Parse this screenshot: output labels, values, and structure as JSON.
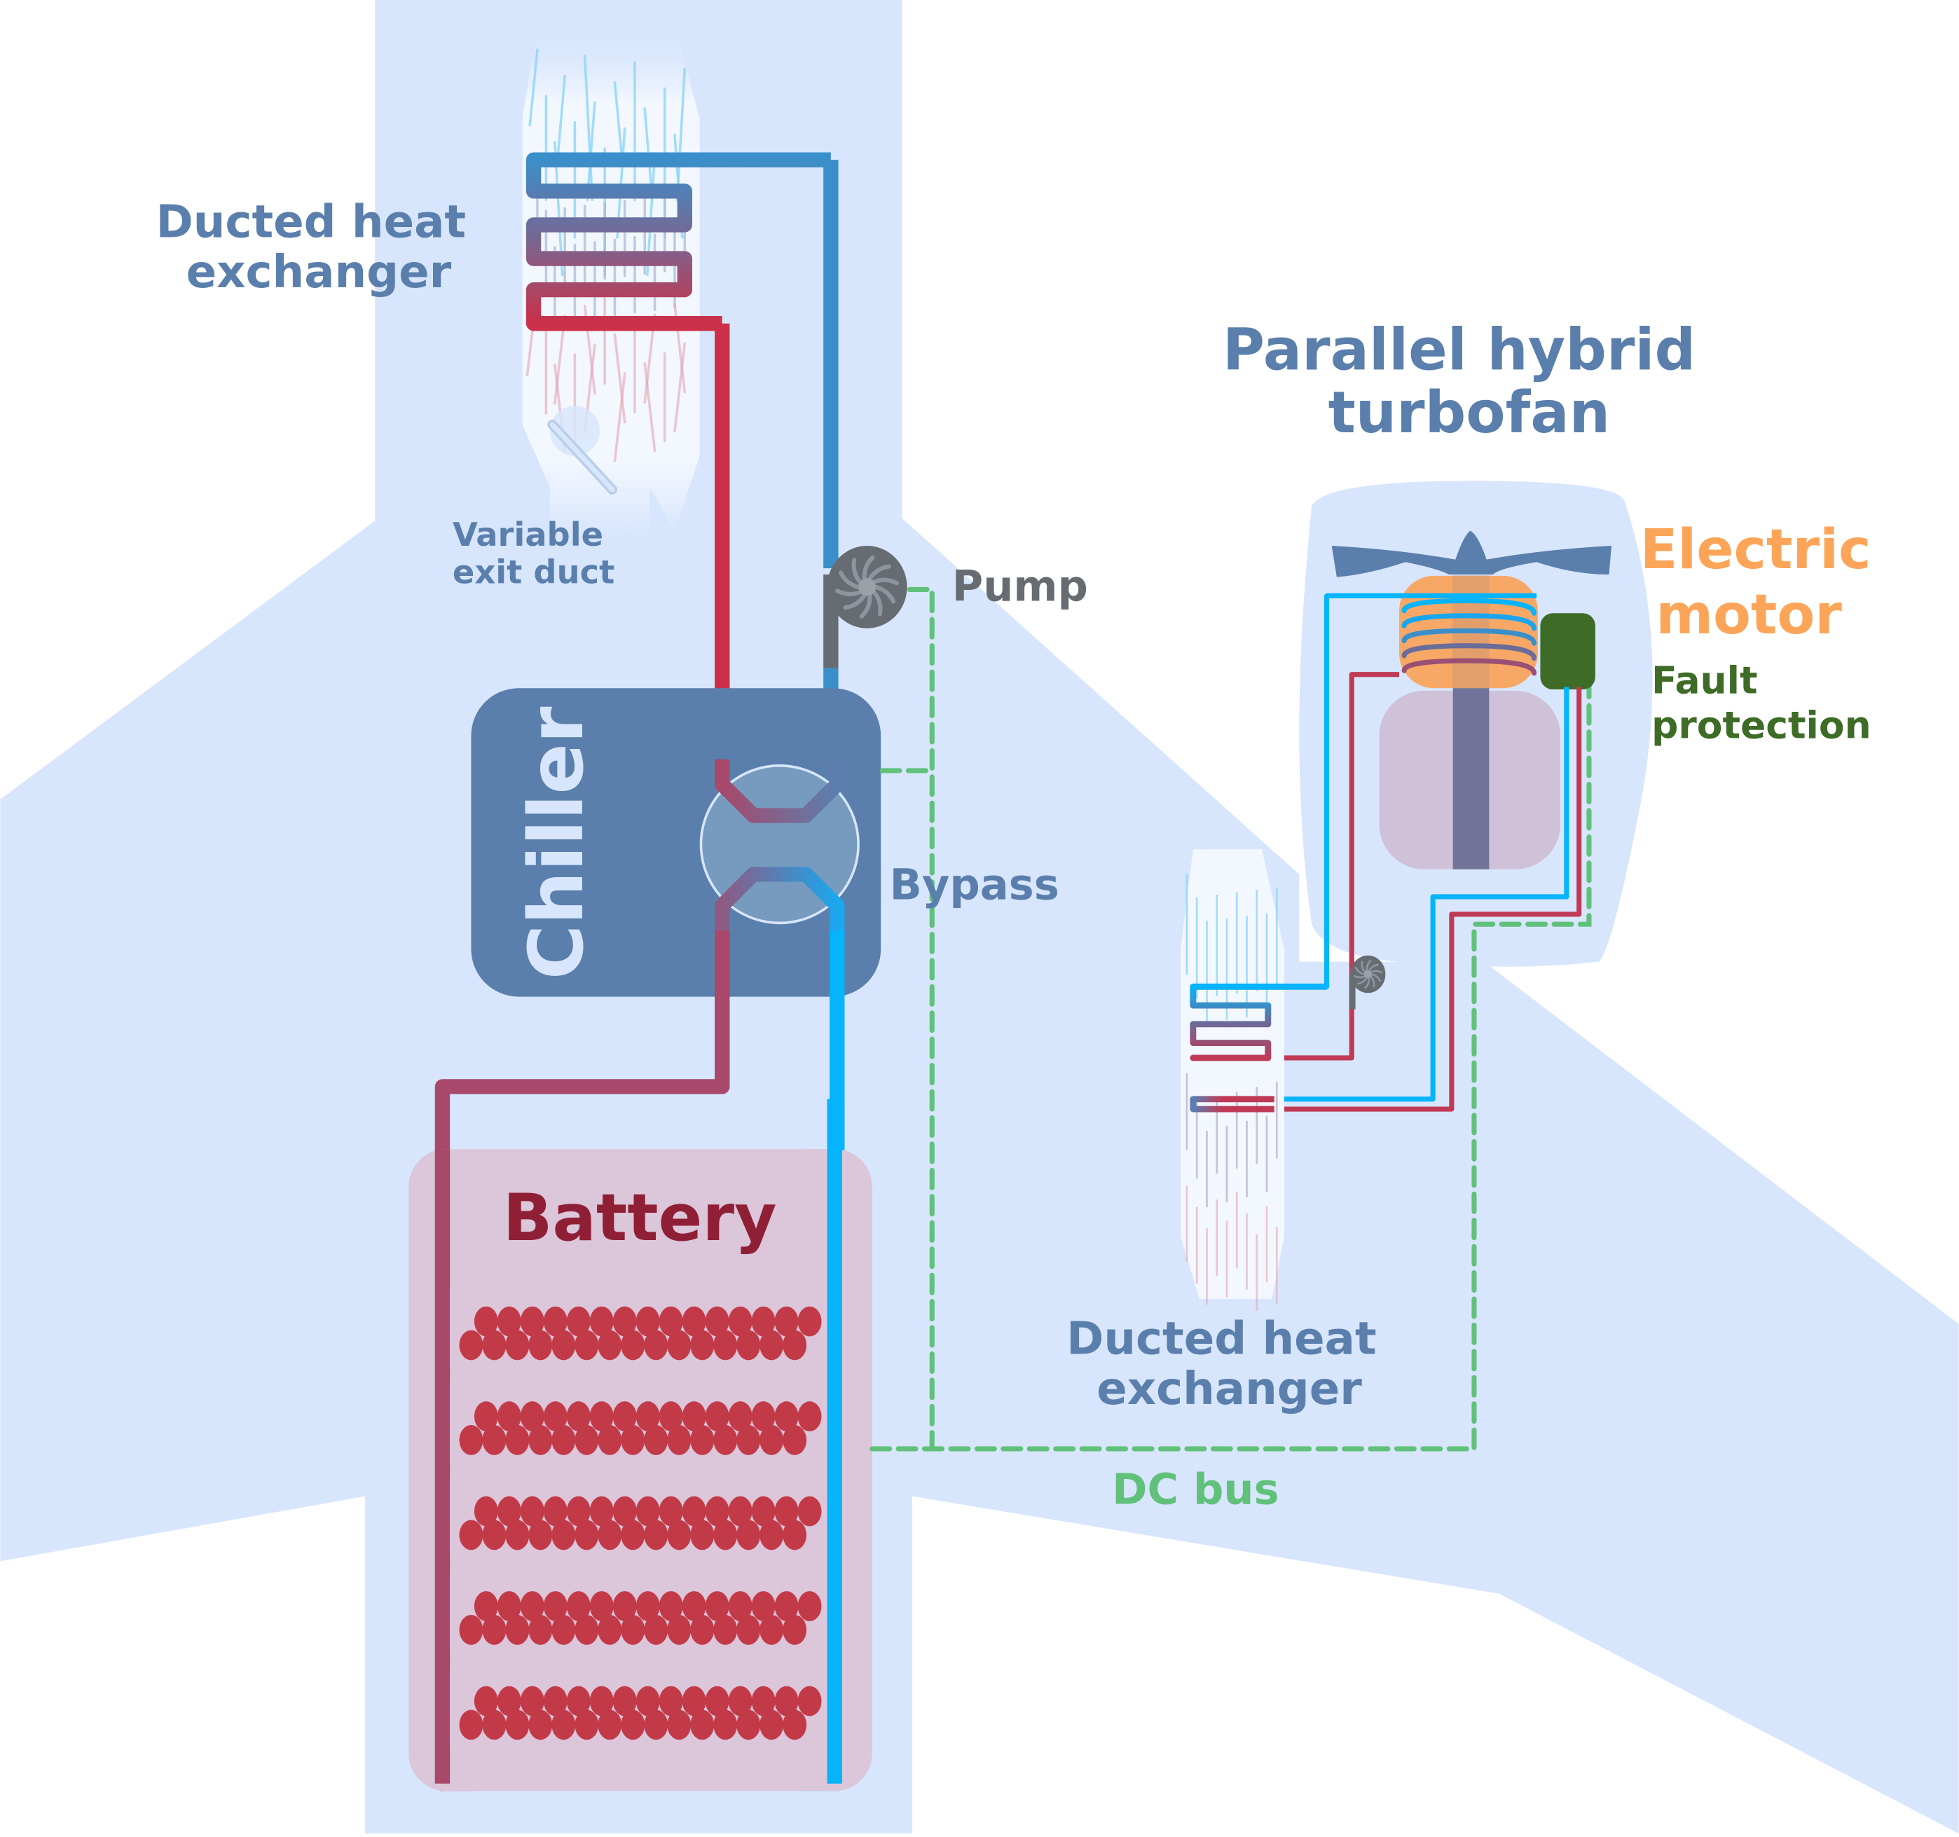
{
  "colors": {
    "background": "#ffffff",
    "fuselage": "#d7e6fd",
    "duct_fill": "#f3f7fe",
    "hot_pipe": "#cc3048",
    "warm_pipe": "#a8486a",
    "cold_pipe": "#3a8fca",
    "cool_pipe": "#05b4fb",
    "chiller": "#5b7fac",
    "chiller_valve": "#779bbf",
    "battery_case": "#dcc6da",
    "battery_cell": "#c23a48",
    "battery_label": "#8f1f35",
    "pump": "#666c72",
    "pump_blade": "#8c959d",
    "dc_bus": "#61c17b",
    "motor": "#f8a866",
    "fault_box": "#3e6b26",
    "engine_core": "#cfc1d8",
    "shaft": "#6c6f95",
    "fan": "#5b7fac",
    "label_blue": "#5b7fac",
    "label_gray": "#666c72",
    "label_orange": "#fca559",
    "label_green_dark": "#3e6b26",
    "label_green": "#61c17b"
  },
  "labels": {
    "ducted_hx_top": [
      "Ducted heat",
      "exchanger"
    ],
    "variable_exit_duct": [
      "Variable",
      "exit duct"
    ],
    "pump": "Pump",
    "chiller": "Chiller",
    "bypass": "Bypass",
    "battery": "Battery",
    "turbofan_title": [
      "Parallel hybrid",
      "turbofan"
    ],
    "electric_motor": [
      "Electric",
      "motor"
    ],
    "fault_protection": [
      "Fault",
      "protection"
    ],
    "ducted_hx_bottom": [
      "Ducted heat",
      "exchanger"
    ],
    "dc_bus": "DC bus"
  },
  "battery": {
    "module_count": 5,
    "cells_per_row": [
      15,
      15
    ]
  },
  "icons": {
    "pump_main": "pump-icon",
    "pump_engine": "pump-icon",
    "fan": "fan-icon"
  }
}
